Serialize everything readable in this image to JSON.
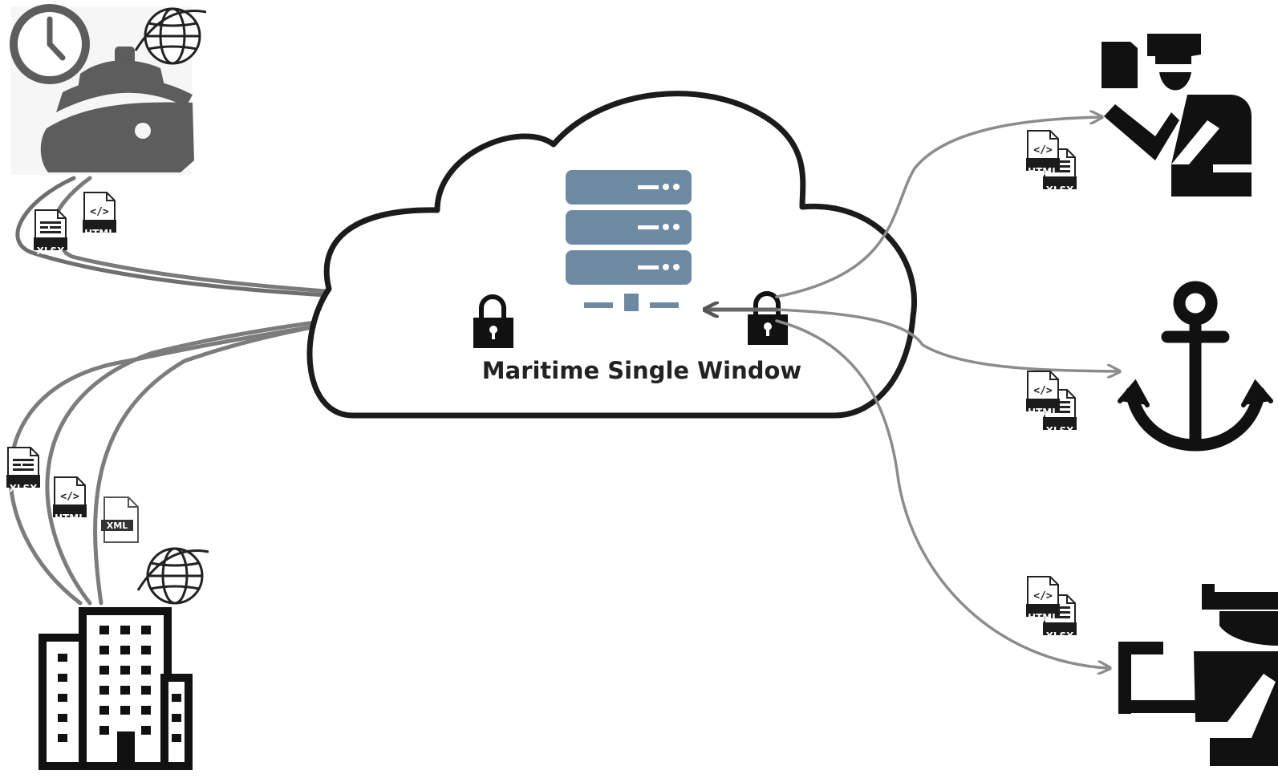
{
  "diagram": {
    "title": "Maritime Single Window",
    "formats": {
      "xlsx": "XLSX",
      "html": "HTML",
      "xml": "XML",
      "code": "</>"
    },
    "colors": {
      "ink": "#1b1b1b",
      "ship_grey": "#5d5d5d",
      "server_blue": "#6e8aa2",
      "incoming_arrow": "#7a7a7a",
      "outgoing_arrow": "#8c8c8c"
    },
    "nodes": {
      "ship": {
        "icons": [
          "clock-icon",
          "ship-icon",
          "globe-icon"
        ]
      },
      "company": {
        "icons": [
          "office-building-icon",
          "globe-icon"
        ]
      },
      "cloud": {
        "icons": [
          "server-rack-icon",
          "padlock-icon",
          "padlock-icon"
        ]
      },
      "authorities": [
        "immigration-officer-icon",
        "anchor-icon",
        "customs-officer-icon"
      ]
    }
  }
}
